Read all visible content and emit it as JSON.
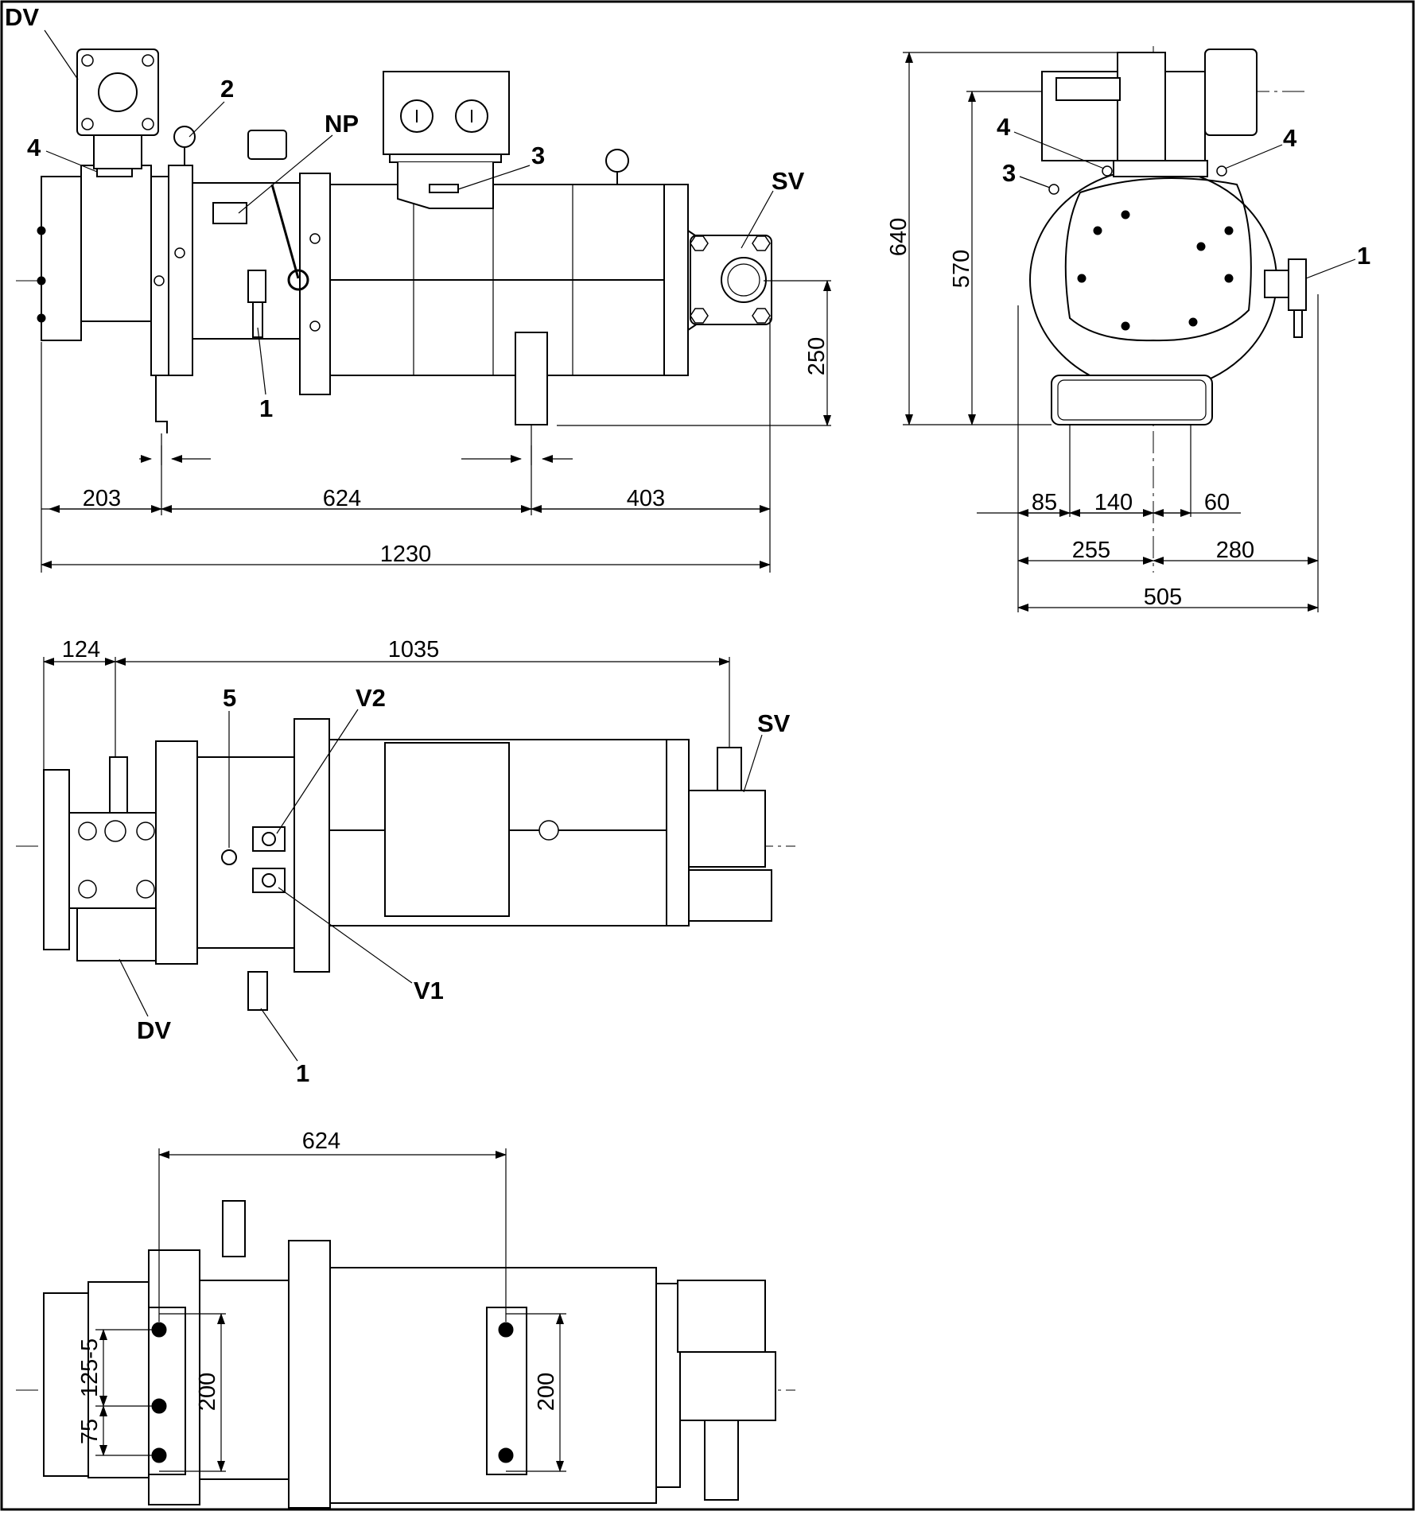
{
  "frame": {
    "border_color": "#000000",
    "background": "#ffffff"
  },
  "front_view": {
    "labels": {
      "dv": "DV",
      "pos2": "2",
      "np": "NP",
      "pos4": "4",
      "pos3": "3",
      "sv": "SV",
      "pos1": "1"
    },
    "dims": {
      "d203": "203",
      "d624": "624",
      "d403": "403",
      "d1230": "1230",
      "d250": "250"
    }
  },
  "side_view": {
    "labels": {
      "pos4_left": "4",
      "pos4_right": "4",
      "pos3": "3",
      "pos1": "1"
    },
    "dims": {
      "d640": "640",
      "d570": "570",
      "d85": "85",
      "d140": "140",
      "d60": "60",
      "d255": "255",
      "d280": "280",
      "d505": "505"
    }
  },
  "top_view": {
    "labels": {
      "pos5": "5",
      "v2": "V2",
      "sv": "SV",
      "v1": "V1",
      "dv": "DV",
      "pos1": "1"
    },
    "dims": {
      "d124": "124",
      "d1035": "1035"
    }
  },
  "bottom_view": {
    "dims": {
      "d624": "624",
      "d125_5": "125-5",
      "d200_left": "200",
      "d75": "75",
      "d200_right": "200"
    }
  }
}
